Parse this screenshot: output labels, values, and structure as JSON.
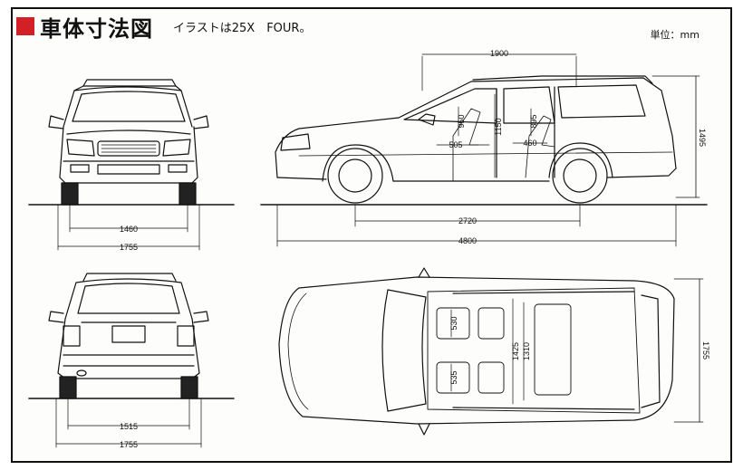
{
  "header": {
    "title": "車体寸法図",
    "subtitle": "イラストは25X　FOUR。",
    "unit": "単位：mm"
  },
  "colors": {
    "accent": "#d31f26",
    "ink": "#111111",
    "paper": "#fdfdfb"
  },
  "dimensions": {
    "front_tread": "1460",
    "front_width": "1755",
    "rear_tread": "1515",
    "rear_width": "1755",
    "cabin_length": "1900",
    "overall_height": "1495",
    "interior_height": "1150",
    "front_seat_height": "950",
    "rear_seat_height": "895",
    "front_seat_depth": "505",
    "rear_seat_depth": "460",
    "wheelbase": "2720",
    "overall_length": "4800",
    "top_width": "1755",
    "interior_width_front": "1425",
    "interior_width_rear": "1310",
    "front_seat_width": "530",
    "rear_seat_width": "535"
  }
}
